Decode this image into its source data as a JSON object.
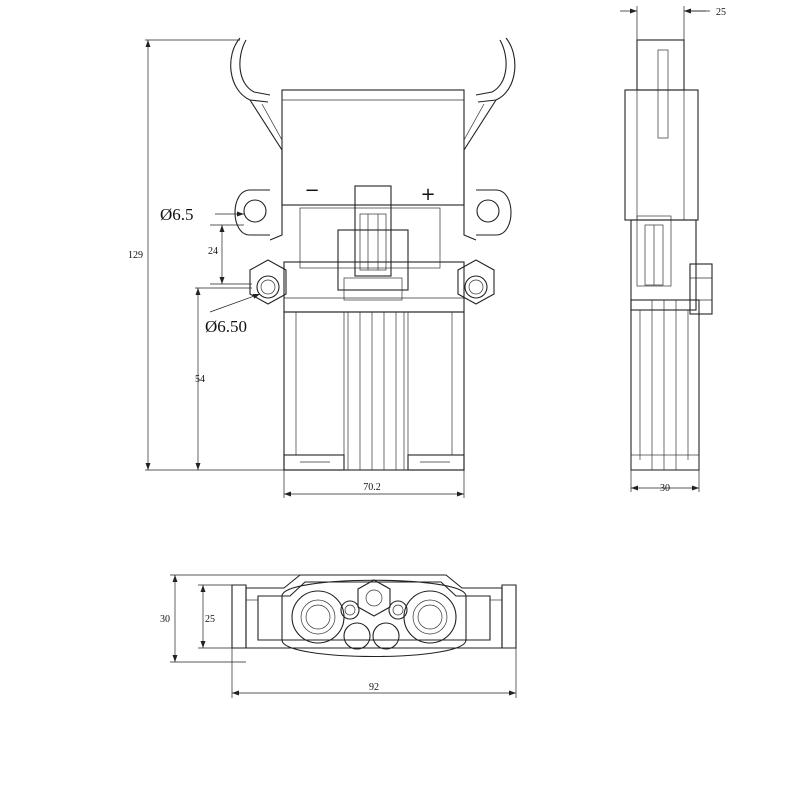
{
  "drawing": {
    "front_view": {
      "height_label": "129",
      "hole_label": "Ø6.5",
      "pitch_label": "24",
      "mount_hole_label": "Ø6.50",
      "lower_label": "54",
      "width_label": "70.2",
      "minus_sign": "−",
      "plus_sign": "+"
    },
    "side_view": {
      "top_label": "25",
      "width_label": "30"
    },
    "bottom_view": {
      "height_label": "30",
      "inner_label": "25",
      "width_label": "92"
    }
  },
  "colors": {
    "line": "#222222",
    "background": "#ffffff"
  }
}
